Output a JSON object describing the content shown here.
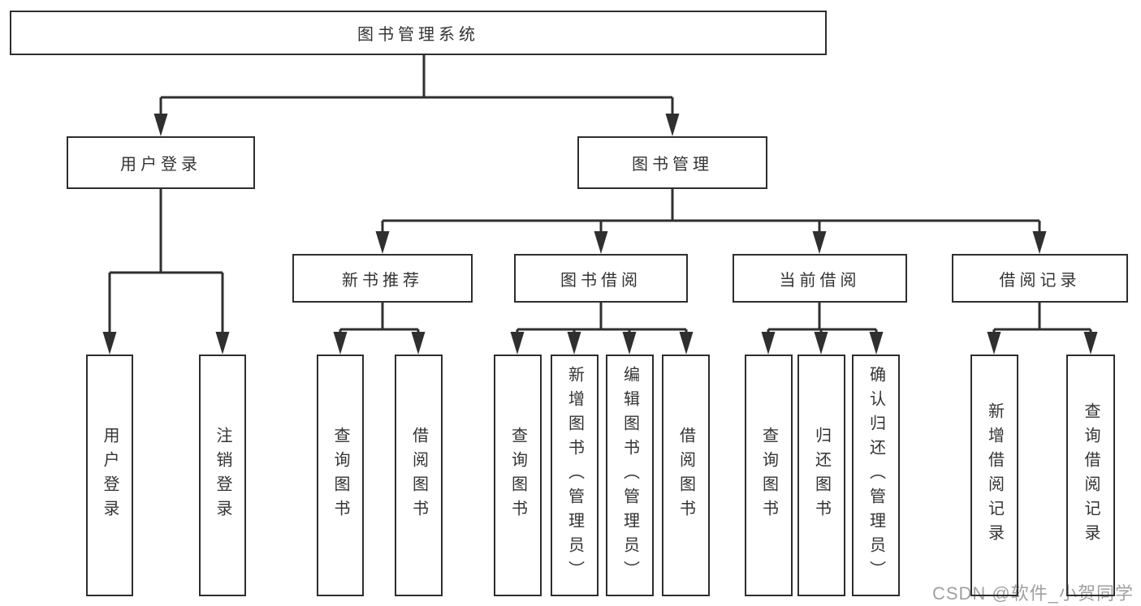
{
  "palette": {
    "line": "#2f2f2f",
    "box_border": "#2e2e2e",
    "text": "#333333",
    "background": "#ffffff",
    "watermark": "#a0a0a0"
  },
  "watermark": {
    "text": "CSDN @软件_小贺同学"
  },
  "tree": {
    "label": "图书管理系统",
    "children": [
      {
        "label": "用户登录",
        "children": [
          {
            "label": "用户登录"
          },
          {
            "label": "注销登录"
          }
        ]
      },
      {
        "label": "图书管理",
        "children": [
          {
            "label": "新书推荐",
            "children": [
              {
                "label": "查询图书"
              },
              {
                "label": "借阅图书"
              }
            ]
          },
          {
            "label": "图书借阅",
            "children": [
              {
                "label": "查询图书"
              },
              {
                "label": "新增图书（管理员）"
              },
              {
                "label": "编辑图书（管理员）"
              },
              {
                "label": "借阅图书"
              }
            ]
          },
          {
            "label": "当前借阅",
            "children": [
              {
                "label": "查询图书"
              },
              {
                "label": "归还图书"
              },
              {
                "label": "确认归还（管理员）"
              }
            ]
          },
          {
            "label": "借阅记录",
            "children": [
              {
                "label": "新增借阅记录"
              },
              {
                "label": "查询借阅记录"
              }
            ]
          }
        ]
      }
    ]
  }
}
